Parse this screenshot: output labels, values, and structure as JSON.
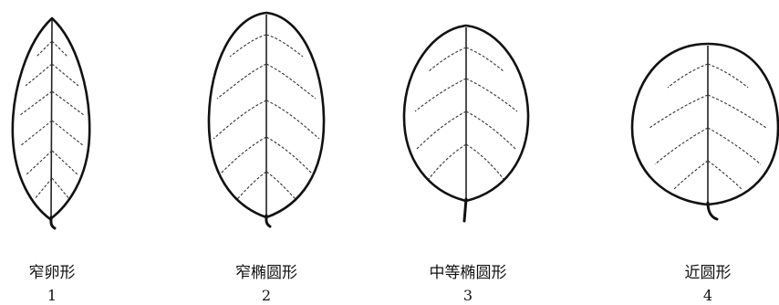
{
  "figure": {
    "leaves": [
      {
        "name": "窄卵形",
        "number": "1"
      },
      {
        "name": "窄椭圆形",
        "number": "2"
      },
      {
        "name": "中等椭圆形",
        "number": "3"
      },
      {
        "name": "近圆形",
        "number": "4"
      }
    ]
  }
}
